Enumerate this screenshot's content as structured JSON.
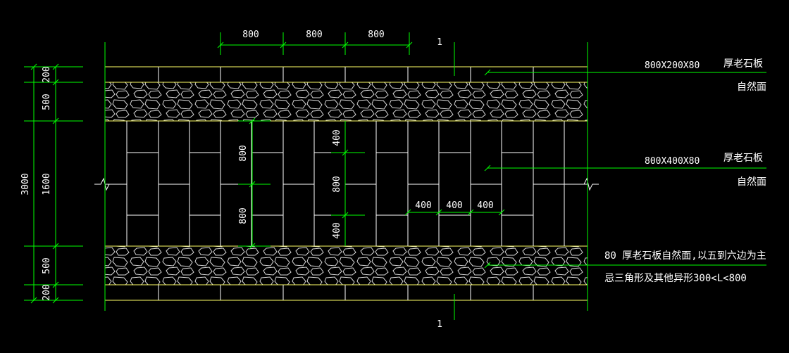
{
  "drawing": {
    "section_mark_top": "1",
    "section_mark_bottom": "1",
    "dims_top": [
      "800",
      "800",
      "800"
    ],
    "dims_left_inner": [
      "200",
      "500",
      "1600",
      "500",
      "200"
    ],
    "dim_left_total": "3000",
    "dims_center_left": [
      "800",
      "800"
    ],
    "dims_center_mid": [
      "400",
      "800",
      "400"
    ],
    "dims_row_right": [
      "400",
      "400",
      "400"
    ],
    "callouts": {
      "top_spec": "800X200X80",
      "top_material": "厚老石板",
      "top_finish": "自然面",
      "mid_spec": "800X400X80",
      "mid_material": "厚老石板",
      "mid_finish": "自然面",
      "bottom_line1": "80 厚老石板自然面,以五到六边为主",
      "bottom_line2": "忌三角形及其他异形300<L<800"
    },
    "colors": {
      "background": "#000000",
      "dimension": "#00ff00",
      "edge": "#ffff66",
      "joints": "#ffffff",
      "text": "#ffffff"
    }
  }
}
